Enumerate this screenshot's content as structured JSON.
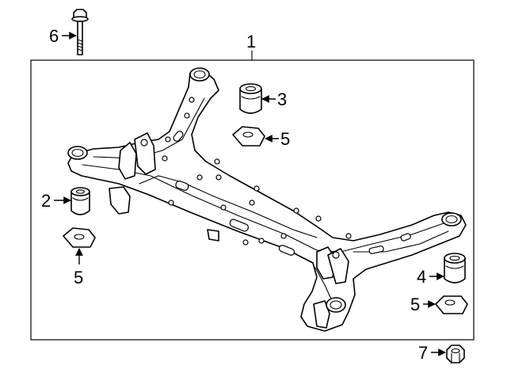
{
  "callouts": {
    "c1": "1",
    "c2": "2",
    "c3": "3",
    "c4": "4",
    "c5a": "5",
    "c5b": "5",
    "c5c": "5",
    "c6": "6",
    "c7": "7"
  },
  "colors": {
    "line": "#000000",
    "background": "#ffffff"
  }
}
